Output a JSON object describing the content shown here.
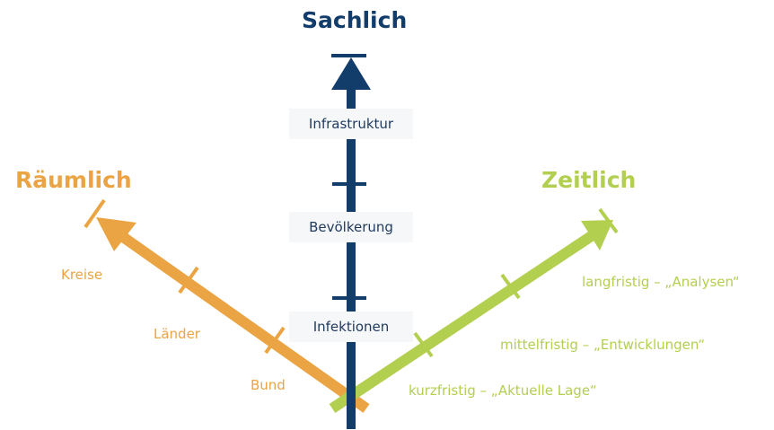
{
  "colors": {
    "sachlich": "#123d6b",
    "raeumlich": "#eba443",
    "zeitlich": "#b3cf4f"
  },
  "titles": {
    "sachlich": "Sachlich",
    "raeumlich": "Räumlich",
    "zeitlich": "Zeitlich"
  },
  "sachlich_levels": [
    "Infektionen",
    "Bevölkerung",
    "Infrastruktur"
  ],
  "raeumlich_levels": [
    "Bund",
    "Länder",
    "Kreise"
  ],
  "zeitlich_levels": [
    "kurzfristig – „Aktuelle Lage“",
    "mittelfristig – „Entwicklungen“",
    "langfristig – „Analysen“"
  ]
}
